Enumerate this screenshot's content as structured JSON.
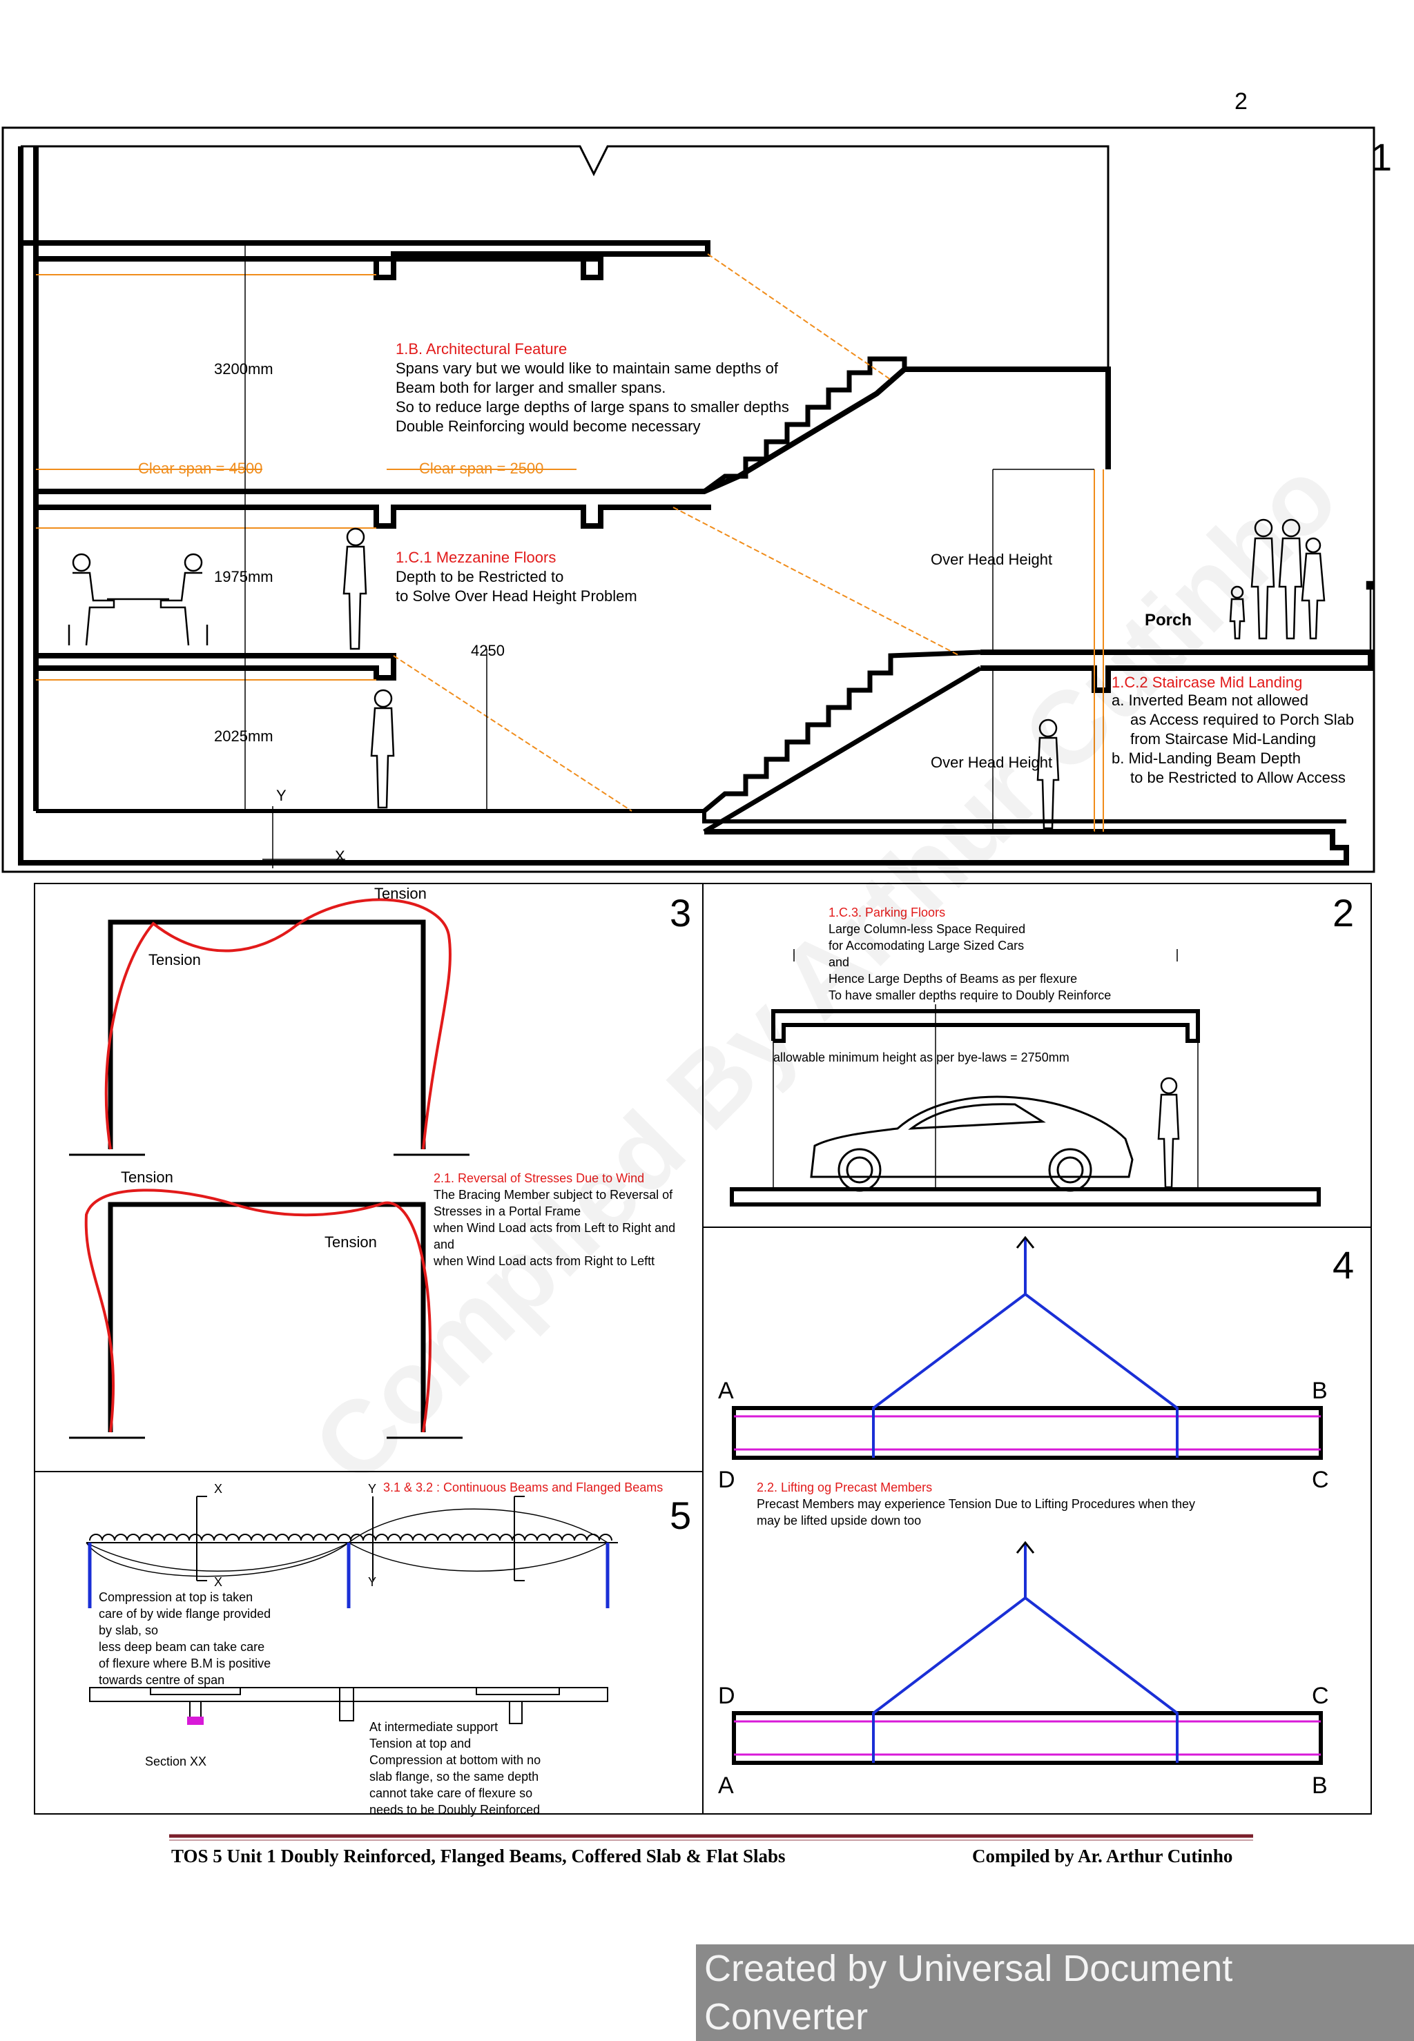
{
  "page_number": "2",
  "panel1": {
    "number": "1",
    "arch_title": "1.B. Architectural Feature",
    "arch_lines": [
      "Spans vary but we would like to maintain same depths of",
      "Beam both for larger and smaller spans.",
      "So to reduce large depths of large spans to smaller depths",
      "Double Reinforcing would become necessary"
    ],
    "dim_3200": "3200mm",
    "dim_1975": "1975mm",
    "dim_2025": "2025mm",
    "dim_4250": "4250",
    "clear_span_1": "Clear span = 4500",
    "clear_span_2": "Clear span = 2500",
    "mezz_title": "1.C.1 Mezzanine Floors",
    "mezz_lines": [
      "Depth to be Restricted to",
      "to Solve Over Head Height Problem"
    ],
    "overhead_1": "Over Head Height",
    "overhead_2": "Over Head Height",
    "porch": "Porch",
    "stair_title": "1.C.2 Staircase Mid Landing",
    "stair_lines": [
      "a. Inverted Beam not allowed",
      "as Access required to Porch Slab",
      "from Staircase Mid-Landing",
      "b. Mid-Landing Beam Depth",
      "to be Restricted to Allow Access"
    ],
    "axis_y": "Y",
    "axis_x": "X"
  },
  "panel2": {
    "number": "2",
    "title": "1.C.3. Parking Floors",
    "lines": [
      "Large Column-less Space Required",
      "for Accomodating Large Sized Cars",
      "and",
      "Hence Large Depths of Beams  as per flexure",
      "To have smaller depths require to Doubly Reinforce"
    ],
    "min_height": "allowable minimum height as per bye-laws = 2750mm"
  },
  "panel3": {
    "number": "3",
    "tension_top": "Tension",
    "tension_left": "Tension",
    "tension_mid": "Tension",
    "tension_right": "Tension",
    "title": "2.1. Reversal of Stresses Due to Wind",
    "lines": [
      "The Bracing Member subject to Reversal of",
      "Stresses in a Portal Frame",
      "when Wind Load acts from Left to Right and",
      "and",
      "when Wind Load acts from Right to Leftt"
    ]
  },
  "panel4": {
    "number": "4",
    "label_a1": "A",
    "label_b1": "B",
    "label_c1": "C",
    "label_d1": "D",
    "title": "2.2. Lifting og Precast Members",
    "lines": [
      "Precast Members may experience Tension Due to Lifting Procedures when they",
      "may be lifted upside down too"
    ],
    "label_d2": "D",
    "label_c2": "C",
    "label_a2": "A",
    "label_b2": "B"
  },
  "panel5": {
    "number": "5",
    "title": "3.1 & 3.2 : Continuous Beams and Flanged Beams",
    "x_top": "X",
    "x_bottom": "X",
    "y_top": "Y",
    "y_bottom": "Y",
    "compression_lines": [
      "Compression at top is taken",
      "care of by wide flange provided",
      "by slab, so",
      "less deep beam can take care",
      "of flexure where B.M is positive",
      "towards centre of span"
    ],
    "section": "Section XX",
    "support_lines": [
      "At intermediate support",
      "Tension at top and",
      "Compression at bottom with no",
      "slab flange, so the same depth",
      "cannot take care of flexure so",
      "needs to be Doubly Reinforced"
    ]
  },
  "watermark": "Compiled By Arthur Cutinho",
  "footer_left": "TOS 5 Unit 1 Doubly Reinforced, Flanged Beams, Coffered Slab & Flat Slabs",
  "footer_right": "Compiled by Ar. Arthur Cutinho",
  "banner": "Created by Universal Document Converter",
  "colors": {
    "red": "#e21a1a",
    "orange": "#f08c1a",
    "blue": "#1a2fd6",
    "magenta": "#d81ad8",
    "footer_rule": "#7a1f2a"
  }
}
